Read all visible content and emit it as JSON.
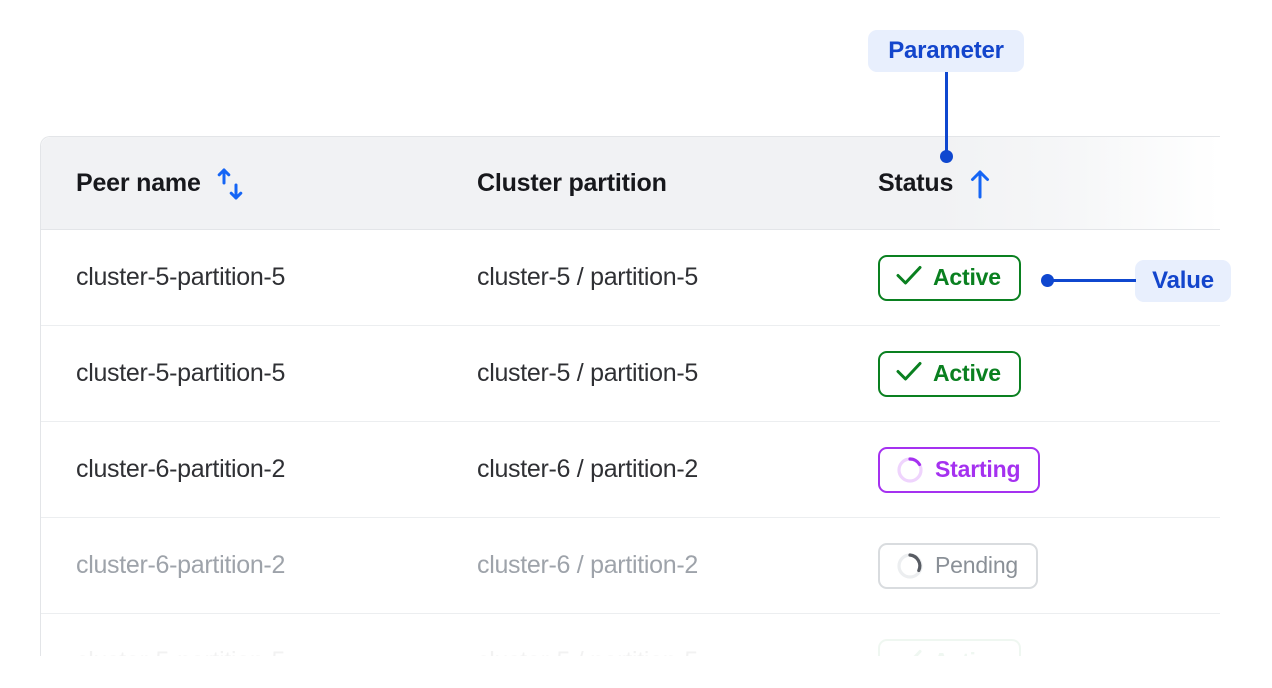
{
  "table": {
    "columns": [
      {
        "label": "Peer name",
        "sort_icon": "sort-both-arrows-icon",
        "sort_state": "none"
      },
      {
        "label": "Cluster partition",
        "sort_icon": null,
        "sort_state": null
      },
      {
        "label": "Status",
        "sort_icon": "sort-ascending-arrow-icon",
        "sort_state": "ascending"
      }
    ],
    "rows": [
      {
        "peer_name": "cluster-5-partition-5",
        "cluster_partition": "cluster-5 / partition-5",
        "status": "Active",
        "status_kind": "active",
        "status_icon": "check-icon",
        "dimmed": false
      },
      {
        "peer_name": "cluster-5-partition-5",
        "cluster_partition": "cluster-5 / partition-5",
        "status": "Active",
        "status_kind": "active",
        "status_icon": "check-icon",
        "dimmed": false
      },
      {
        "peer_name": "cluster-6-partition-2",
        "cluster_partition": "cluster-6 / partition-2",
        "status": "Starting",
        "status_kind": "starting",
        "status_icon": "spinner-icon",
        "dimmed": false
      },
      {
        "peer_name": "cluster-6-partition-2",
        "cluster_partition": "cluster-6 / partition-2",
        "status": "Pending",
        "status_kind": "pending",
        "status_icon": "spinner-icon",
        "dimmed": true
      }
    ]
  },
  "annotations": {
    "parameter_label": "Parameter",
    "value_label": "Value"
  },
  "colors": {
    "accent_blue": "#1345cc",
    "connector_blue": "#0f47cf",
    "annotation_bg": "#e8effd",
    "status_active": "#0a8020",
    "status_starting": "#a531f0",
    "status_pending": "#8a9097",
    "header_bg": "#f1f2f4",
    "border": "#e3e5e8",
    "text_primary": "#2f3034",
    "text_muted": "#9ea3aa"
  }
}
